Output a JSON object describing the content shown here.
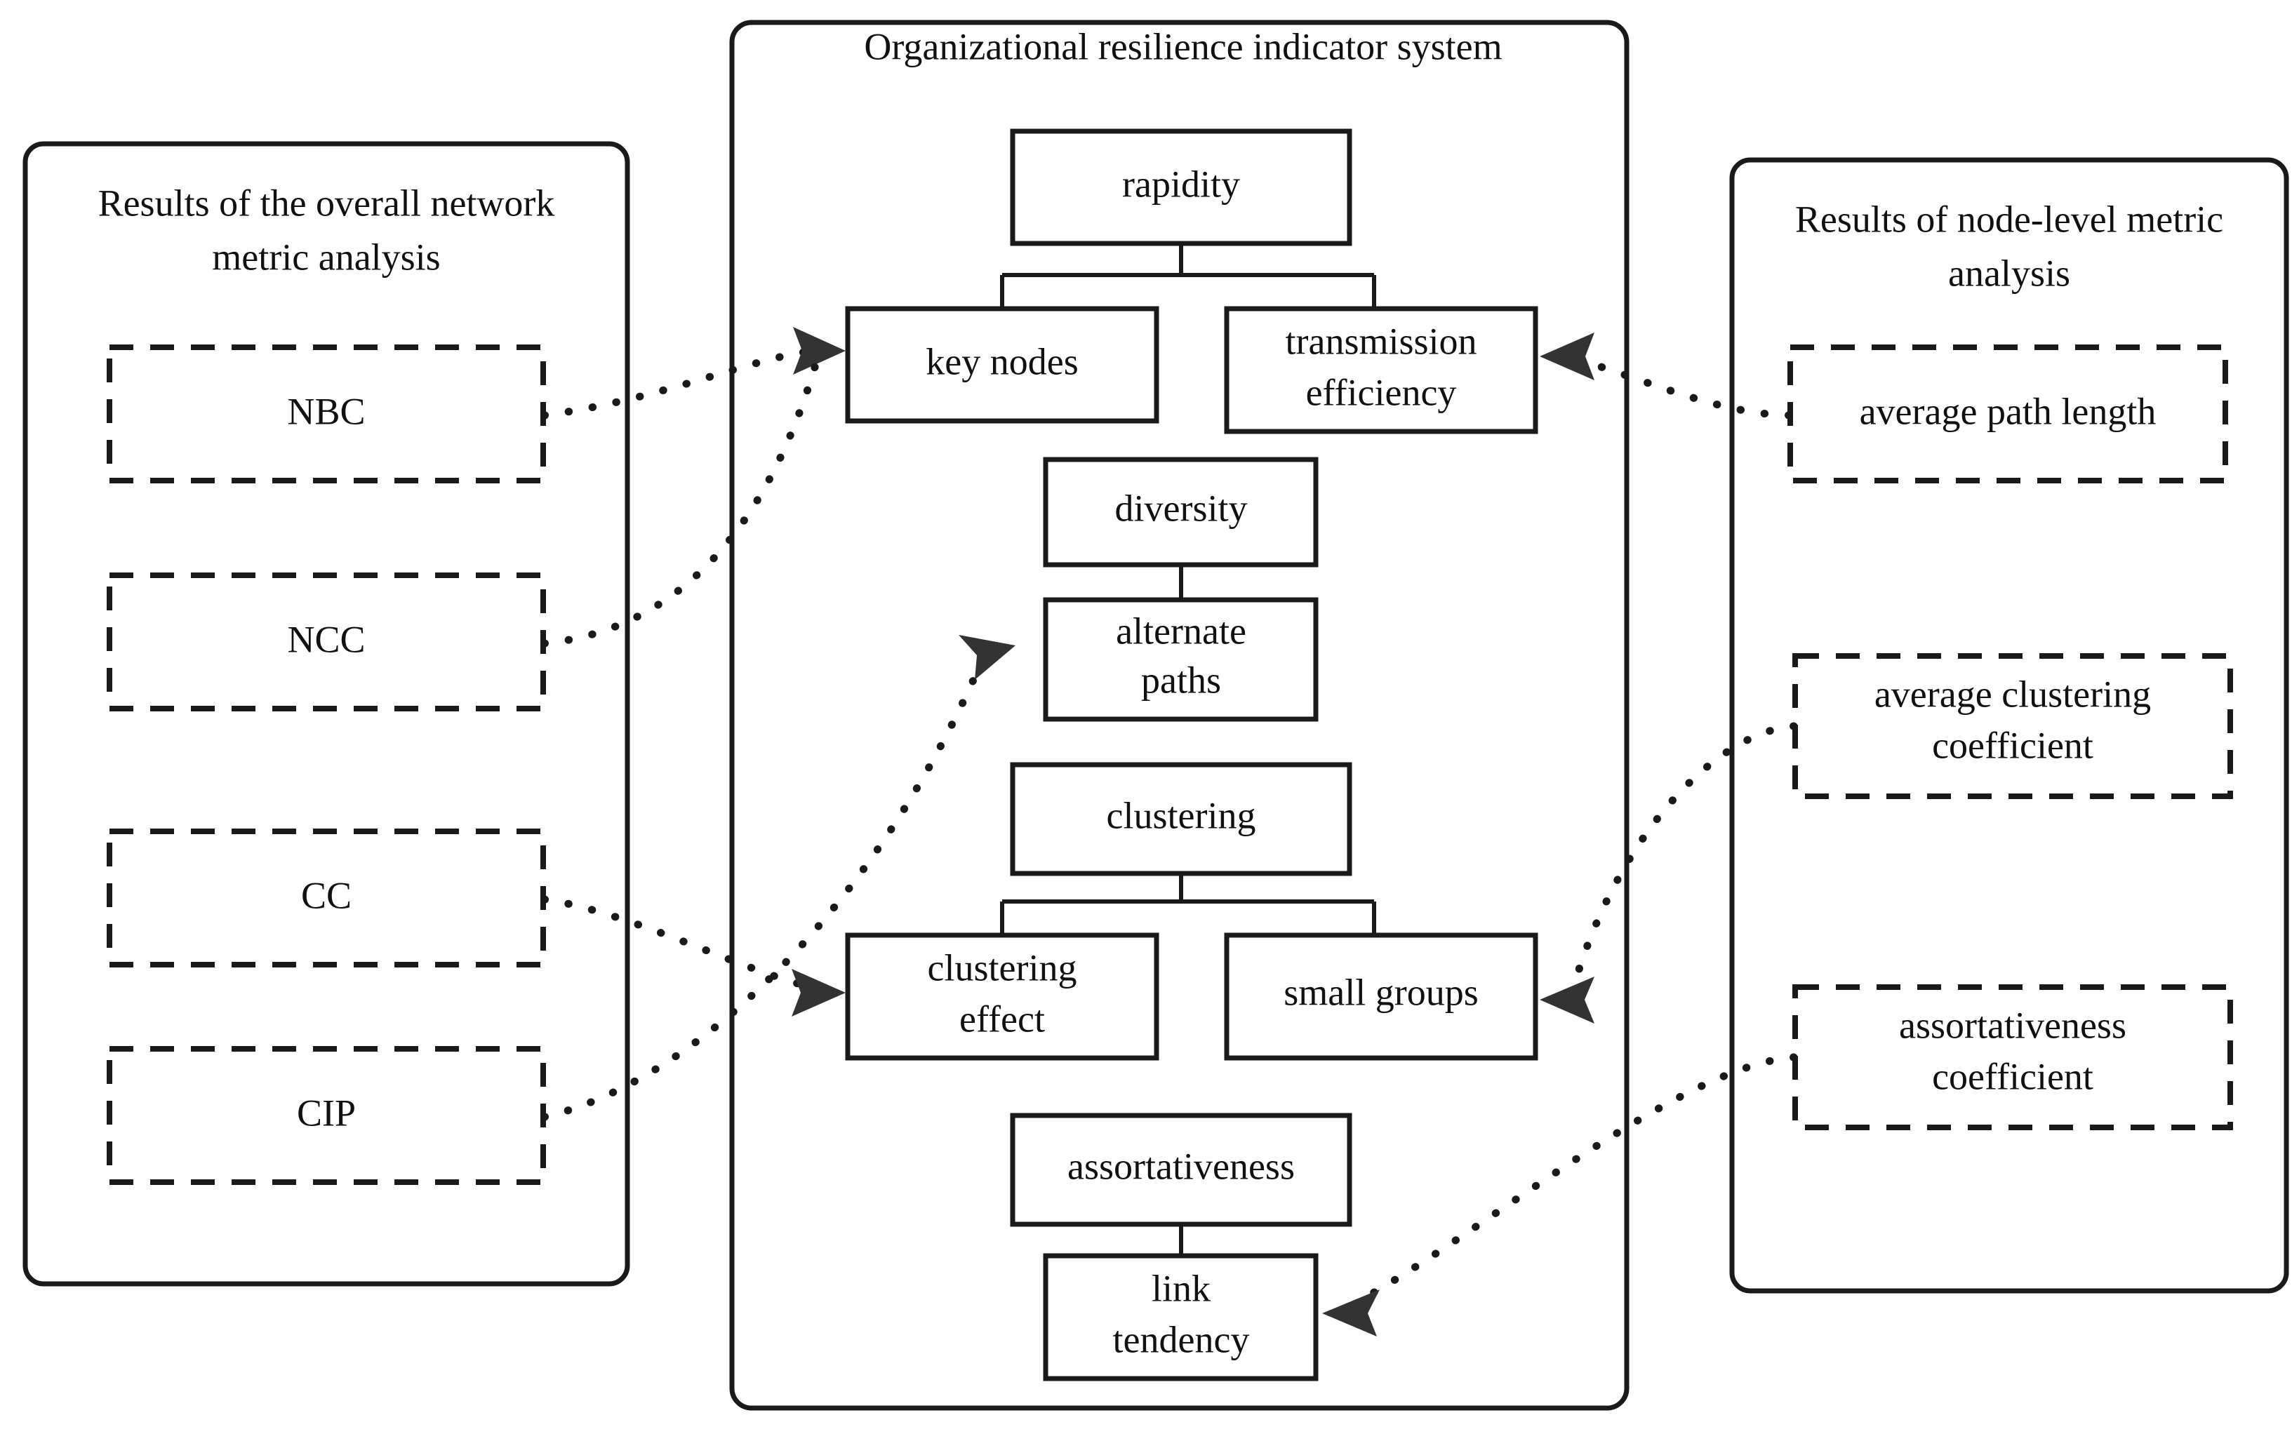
{
  "diagram": {
    "title_center": "Organizational resilience indicator system",
    "panels": [
      {
        "id": "left-panel",
        "title": "Results of the overall network metric analysis",
        "title_line1": "Results of the overall network",
        "title_line2": "metric analysis",
        "metrics": [
          {
            "id": "nbc",
            "label": "NBC"
          },
          {
            "id": "ncc",
            "label": "NCC"
          },
          {
            "id": "cc",
            "label": "CC"
          },
          {
            "id": "cip",
            "label": "CIP"
          }
        ]
      },
      {
        "id": "center-panel",
        "title": "Organizational resilience indicator system",
        "title_line1": "Organizational resilience indicator system",
        "title_line2": "",
        "metrics": []
      },
      {
        "id": "right-panel",
        "title": "Results of node-level metric analysis",
        "title_line1": "Results of node-level metric",
        "title_line2": "analysis",
        "metrics": [
          {
            "id": "apl",
            "label": "average path length",
            "line1": "average path length",
            "line2": ""
          },
          {
            "id": "acc",
            "label": "average clustering coefficient",
            "line1": "average clustering",
            "line2": "coefficient"
          },
          {
            "id": "asc",
            "label": "assortativeness coefficient",
            "line1": "assortativeness",
            "line2": "coefficient"
          }
        ]
      }
    ],
    "indicator_nodes": [
      {
        "id": "rapidity",
        "label": "rapidity",
        "line1": "rapidity",
        "line2": ""
      },
      {
        "id": "key-nodes",
        "label": "key nodes",
        "line1": "key nodes",
        "line2": ""
      },
      {
        "id": "transmission-efficiency",
        "label": "transmission efficiency",
        "line1": "transmission",
        "line2": "efficiency"
      },
      {
        "id": "diversity",
        "label": "diversity",
        "line1": "diversity",
        "line2": ""
      },
      {
        "id": "alternate-paths",
        "label": "alternate paths",
        "line1": "alternate",
        "line2": "paths"
      },
      {
        "id": "clustering",
        "label": "clustering",
        "line1": "clustering",
        "line2": ""
      },
      {
        "id": "clustering-effect",
        "label": "clustering effect",
        "line1": "clustering",
        "line2": "effect"
      },
      {
        "id": "small-groups",
        "label": "small groups",
        "line1": "small groups",
        "line2": ""
      },
      {
        "id": "assortativeness",
        "label": "assortativeness",
        "line1": "assortativeness",
        "line2": ""
      },
      {
        "id": "link-tendency",
        "label": "link tendency",
        "line1": "link",
        "line2": "tendency"
      }
    ],
    "hierarchy_edges": [
      {
        "from": "rapidity",
        "to": "key-nodes"
      },
      {
        "from": "rapidity",
        "to": "transmission-efficiency"
      },
      {
        "from": "diversity",
        "to": "alternate-paths"
      },
      {
        "from": "clustering",
        "to": "clustering-effect"
      },
      {
        "from": "clustering",
        "to": "small-groups"
      },
      {
        "from": "assortativeness",
        "to": "link-tendency"
      }
    ],
    "mapping_edges": [
      {
        "from": "nbc",
        "to": "key-nodes"
      },
      {
        "from": "ncc",
        "to": "key-nodes"
      },
      {
        "from": "cc",
        "to": "clustering-effect"
      },
      {
        "from": "cip",
        "to": "alternate-paths"
      },
      {
        "from": "apl",
        "to": "transmission-efficiency"
      },
      {
        "from": "acc",
        "to": "small-groups"
      },
      {
        "from": "asc",
        "to": "link-tendency"
      }
    ],
    "colors": {
      "stroke": "#1a1a1a",
      "text": "#111111",
      "background": "#ffffff",
      "arrow": "#333333"
    }
  }
}
